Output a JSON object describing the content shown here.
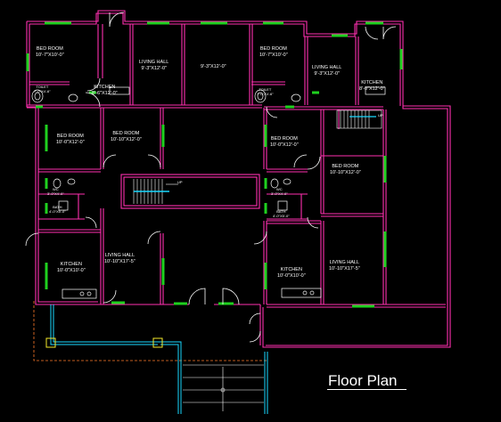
{
  "title": "Floor Plan",
  "rooms": [
    {
      "name": "BED ROOM",
      "size": "10'-7\"X10'-0\""
    },
    {
      "name": "KITCHEN",
      "size": "8'-6\"X12'-0\""
    },
    {
      "name": "LIVING HALL",
      "size": "9'-3\"X12'-0\""
    },
    {
      "name": "",
      "size": "9'-3\"X12'-0\""
    },
    {
      "name": "BED ROOM",
      "size": "10'-7\"X10'-0\""
    },
    {
      "name": "LIVING HALL",
      "size": "9'-3\"X12'-0\""
    },
    {
      "name": "KITCHEN",
      "size": "8'-0\"X12'-0\""
    },
    {
      "name": "BED ROOM",
      "size": "10'-0\"X12'-0\""
    },
    {
      "name": "BED ROOM",
      "size": "10'-10\"X12'-0\""
    },
    {
      "name": "BED ROOM",
      "size": "10'-0\"X12'-0\""
    },
    {
      "name": "BED ROOM",
      "size": "10'-10\"X12'-0\""
    },
    {
      "name": "LIVING HALL",
      "size": "10'-10\"X17'-5\""
    },
    {
      "name": "KITCHEN",
      "size": "10'-0\"X10'-0\""
    },
    {
      "name": "KITCHEN",
      "size": "10'-0\"X10'-0\""
    },
    {
      "name": "LIVING HALL",
      "size": "10'-10\"X17'-5\""
    }
  ],
  "toilets": [
    {
      "name": "TOILET",
      "size": "7'-0\"X4'-6\""
    },
    {
      "name": "TOILET",
      "size": "7'-0\"X4'-6\""
    },
    {
      "name": "WC",
      "size": "3'-0\"X4'-0\""
    },
    {
      "name": "WC",
      "size": "3'-0\"X4'-0\""
    },
    {
      "name": "BATH",
      "size": "4'-0\"X5'-0\""
    },
    {
      "name": "BATH",
      "size": "4'-0\"X5'-0\""
    }
  ],
  "stair_labels": [
    "UP",
    "UP"
  ]
}
